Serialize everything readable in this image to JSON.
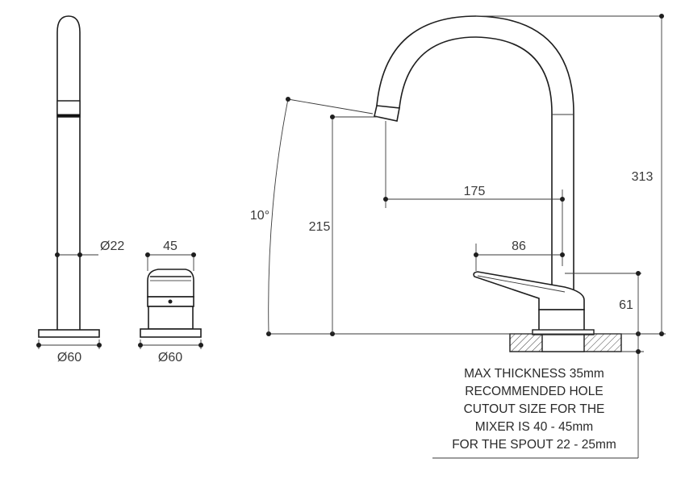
{
  "side_view": {
    "diameter_label": "Ø22",
    "base_label": "Ø60"
  },
  "handle_view": {
    "width_label": "45",
    "base_label": "Ø60"
  },
  "main_view": {
    "angle_label": "10°",
    "height_label": "215",
    "total_height_label": "313",
    "reach_label": "175",
    "handle_reach_label": "86",
    "handle_height_label": "61"
  },
  "note": {
    "lines": [
      "MAX THICKNESS 35mm",
      "RECOMMENDED HOLE",
      "CUTOUT SIZE FOR THE",
      "MIXER IS 40 - 45mm",
      "FOR THE SPOUT 22 - 25mm"
    ]
  }
}
